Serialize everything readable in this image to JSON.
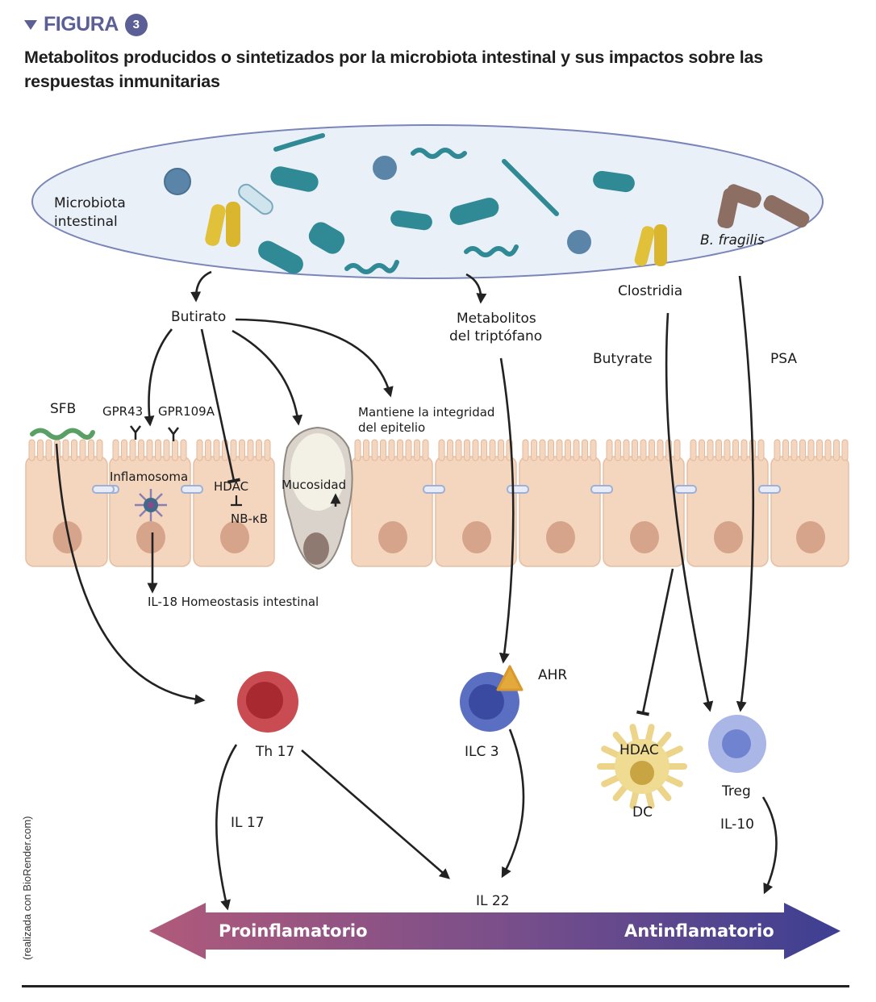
{
  "figure": {
    "label": "FIGURA",
    "number": "3",
    "title": "Metabolitos producidos o sintetizados por la microbiota intestinal y sus impactos sobre las respuestas inmunitarias",
    "credit": "(realizada con BioRender.com)"
  },
  "microbiota": {
    "label_line1": "Microbiota",
    "label_line2": "intestinal",
    "b_fragilis": "B. fragilis",
    "clostridia": "Clostridia"
  },
  "pathways": {
    "butirato": "Butirato",
    "triptofano_line1": "Metabolitos",
    "triptofano_line2": "del triptófano",
    "butyrate": "Butyrate",
    "psa": "PSA",
    "mantiene_line1": "Mantiene la integridad",
    "mantiene_line2": "del epitelio"
  },
  "epithelium": {
    "sfb": "SFB",
    "gpr43": "GPR43",
    "gpr109a": "GPR109A",
    "inflamosoma": "Inflamosoma",
    "hdac": "HDAC",
    "nbkb": "NB-κB",
    "mucosidad": "Mucosidad",
    "il18": "IL-18 Homeostasis intestinal"
  },
  "immune_cells": {
    "th17": "Th 17",
    "ilc3": "ILC 3",
    "ahr": "AHR",
    "dc_hdac": "HDAC",
    "dc": "DC",
    "treg": "Treg",
    "il17": "IL 17",
    "il22": "IL 22",
    "il10": "IL-10"
  },
  "spectrum": {
    "left": "Proinflamatorio",
    "right": "Antinflamatorio",
    "color_left": "#a8557a",
    "color_right": "#3d3f8f"
  },
  "colors": {
    "accent": "#5b5f96",
    "lumen_fill": "#eaf0f8",
    "cell_fill": "#f4d6bf",
    "nucleus": "#d6a48a",
    "teal_bacteria": "#2f8a95",
    "yellow_bacteria": "#e1c03a",
    "brown_bacteria": "#8c6e63",
    "th17": "#c0454d",
    "ilc3": "#5b6fc2",
    "treg": "#a9b5e4",
    "dc": "#ecd48a"
  }
}
